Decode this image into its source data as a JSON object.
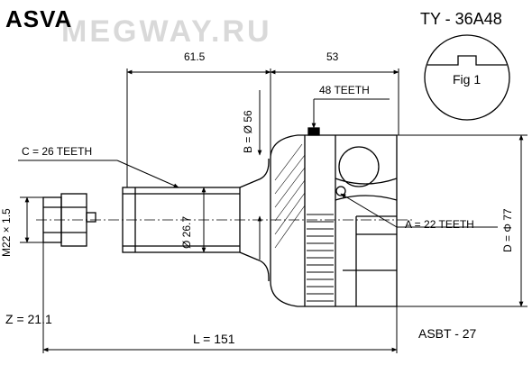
{
  "header": {
    "brand": "ASVA",
    "watermark": "MEGWAY.RU",
    "part_number": "TY - 36A48"
  },
  "dimensions": {
    "len_left": "61.5",
    "len_right": "53",
    "abs_teeth": "48 TEETH",
    "b_diam": "B = Ø 56",
    "c_teeth": "C = 26 TEETH",
    "shaft_diam": "Ø 26.7",
    "a_teeth": "A = 22 TEETH",
    "d_diam": "D = Φ 77",
    "thread": "M22 × 1.5",
    "z_value": "Z = 21.1",
    "l_value": "L = 151",
    "ref_code": "ASBT - 27"
  },
  "figure": {
    "label": "Fig 1"
  }
}
